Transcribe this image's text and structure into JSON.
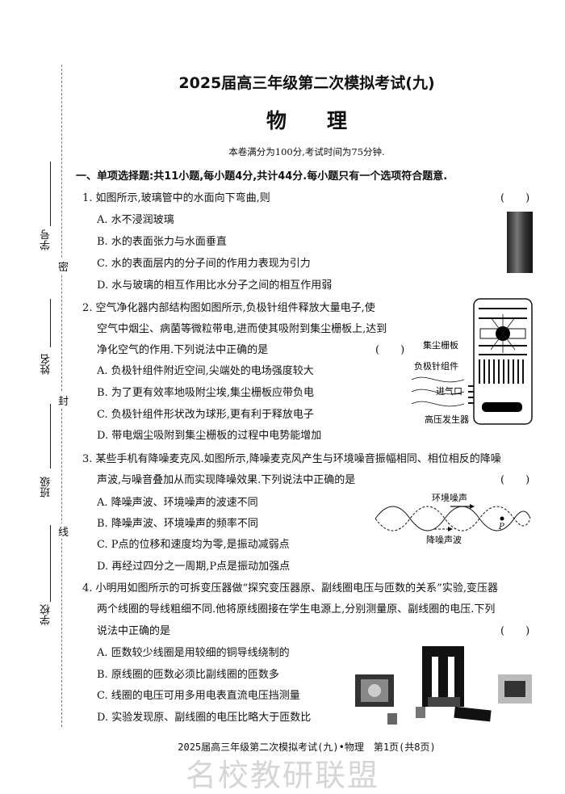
{
  "title": "2025届高三年级第二次模拟考试(九)",
  "subject": "物　　理",
  "info": "本卷满分为100分,考试时间为75分钟.",
  "section": "一、单项选择题:共11小题,每小题4分,共计44分.每小题只有一个选项符合题意.",
  "margin": {
    "fields": [
      "学号",
      "姓名",
      "班级",
      "学校"
    ],
    "seal": [
      "密",
      "封",
      "线"
    ]
  },
  "paren": "(　　)",
  "watermark": "名校教研联盟",
  "questions": [
    {
      "lines": [
        "1. 如图所示,玻璃管中的水面向下弯曲,则"
      ],
      "options": [
        "A. 水不浸润玻璃",
        "B. 水的表面张力与水面垂直",
        "C. 水的表面层内的分子间的作用力表现为引力",
        "D. 水与玻璃的相互作用比水分子之间的相互作用弱"
      ]
    },
    {
      "lines": [
        "2. 空气净化器内部结构图如图所示,负极针组件释放大量电子,使",
        "空气中烟尘、病菌等微粒带电,进而使其吸附到集尘栅板上,达到",
        "净化空气的作用.下列说法中正确的是"
      ],
      "options": [
        "A. 负极针组件附近空间,尖端处的电场强度较大",
        "B. 为了更有效率地吸附尘埃,集尘栅板应带负电",
        "C. 负极针组件形状改为球形,更有利于释放电子",
        "D. 带电烟尘吸附到集尘栅板的过程中电势能增加"
      ],
      "figure": {
        "labels": [
          "集尘栅板",
          "负极针组件",
          "进气口",
          "高压发生器"
        ]
      }
    },
    {
      "lines": [
        "3. 某些手机有降噪麦克风.如图所示,降噪麦克风产生与环境噪音振幅相同、相位相反的降噪",
        "声波,与噪音叠加从而实现降噪效果.下列说法中正确的是"
      ],
      "options": [
        "A. 降噪声波、环境噪声的波速不同",
        "B. 降噪声波、环境噪声的频率不同",
        "C. P点的位移和速度均为零,是振动减弱点",
        "D. 再经过四分之一周期,P点是振动加强点"
      ],
      "figure": {
        "labels": [
          "环境噪声",
          "降噪声波",
          "P"
        ]
      }
    },
    {
      "lines": [
        "4. 小明用如图所示的可拆变压器做“探究变压器原、副线圈电压与匝数的关系”实验,变压器",
        "两个线圈的导线粗细不同.他将原线圈接在学生电源上,分别测量原、副线圈的电压.下列",
        "说法中正确的是"
      ],
      "options": [
        "A. 匝数较少线圈是用较细的铜导线绕制的",
        "B. 原线圈的匝数必须比副线圈的匝数多",
        "C. 线圈的电压可用多用电表直流电压挡测量",
        "D. 实验发现原、副线圈的电压比略大于匝数比"
      ]
    }
  ],
  "footer": "2025届高三年级第二次模拟考试(九)•物理　第1页(共8页)"
}
